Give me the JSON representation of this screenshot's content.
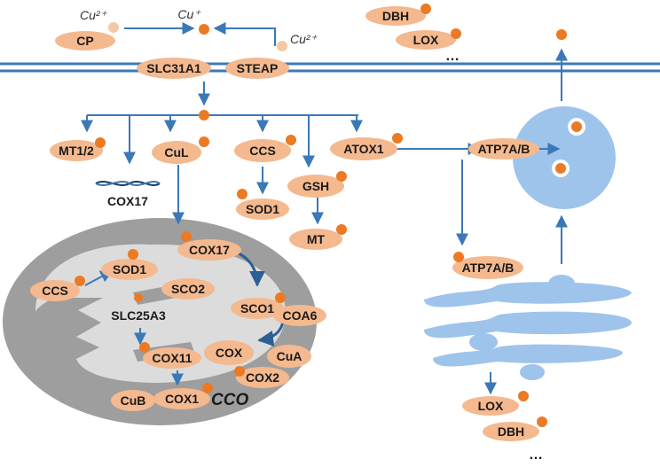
{
  "ions": {
    "cu2_left": "Cu²⁺",
    "cu1": "Cu⁺",
    "cu2_right": "Cu²⁺"
  },
  "proteins": {
    "cp": "CP",
    "slc31a1": "SLC31A1",
    "steap": "STEAP",
    "dbh_top": "DBH",
    "lox_top": "LOX",
    "mt12": "MT1/2",
    "cul": "CuL",
    "ccs_cyto": "CCS",
    "atox1": "ATOX1",
    "gsh": "GSH",
    "sod1_cyto": "SOD1",
    "mt": "MT",
    "cox17_cyto": "COX17",
    "atp7ab_vesicle": "ATP7A/B",
    "atp7ab_golgi": "ATP7A/B",
    "lox_bottom": "LOX",
    "dbh_bottom": "DBH"
  },
  "mito": {
    "cox17": "COX17",
    "ccs": "CCS",
    "sod1": "SOD1",
    "sco2": "SCO2",
    "sco1": "SCO1",
    "slc25a3": "SLC25A3",
    "coa6": "COA6",
    "cox11": "COX11",
    "cox": "COX",
    "cua": "CuA",
    "cox2": "COX2",
    "cub": "CuB",
    "cox1": "COX1",
    "cco": "CCO"
  },
  "ellipsis": "…",
  "colors": {
    "membrane": "#3b78b8",
    "protein_fill": "#f4b98e",
    "copper": "#ec7a24",
    "vesicle": "#9ec4ec",
    "mito_outer": "#9e9e9e",
    "mito_inner": "#dcdcdc"
  }
}
